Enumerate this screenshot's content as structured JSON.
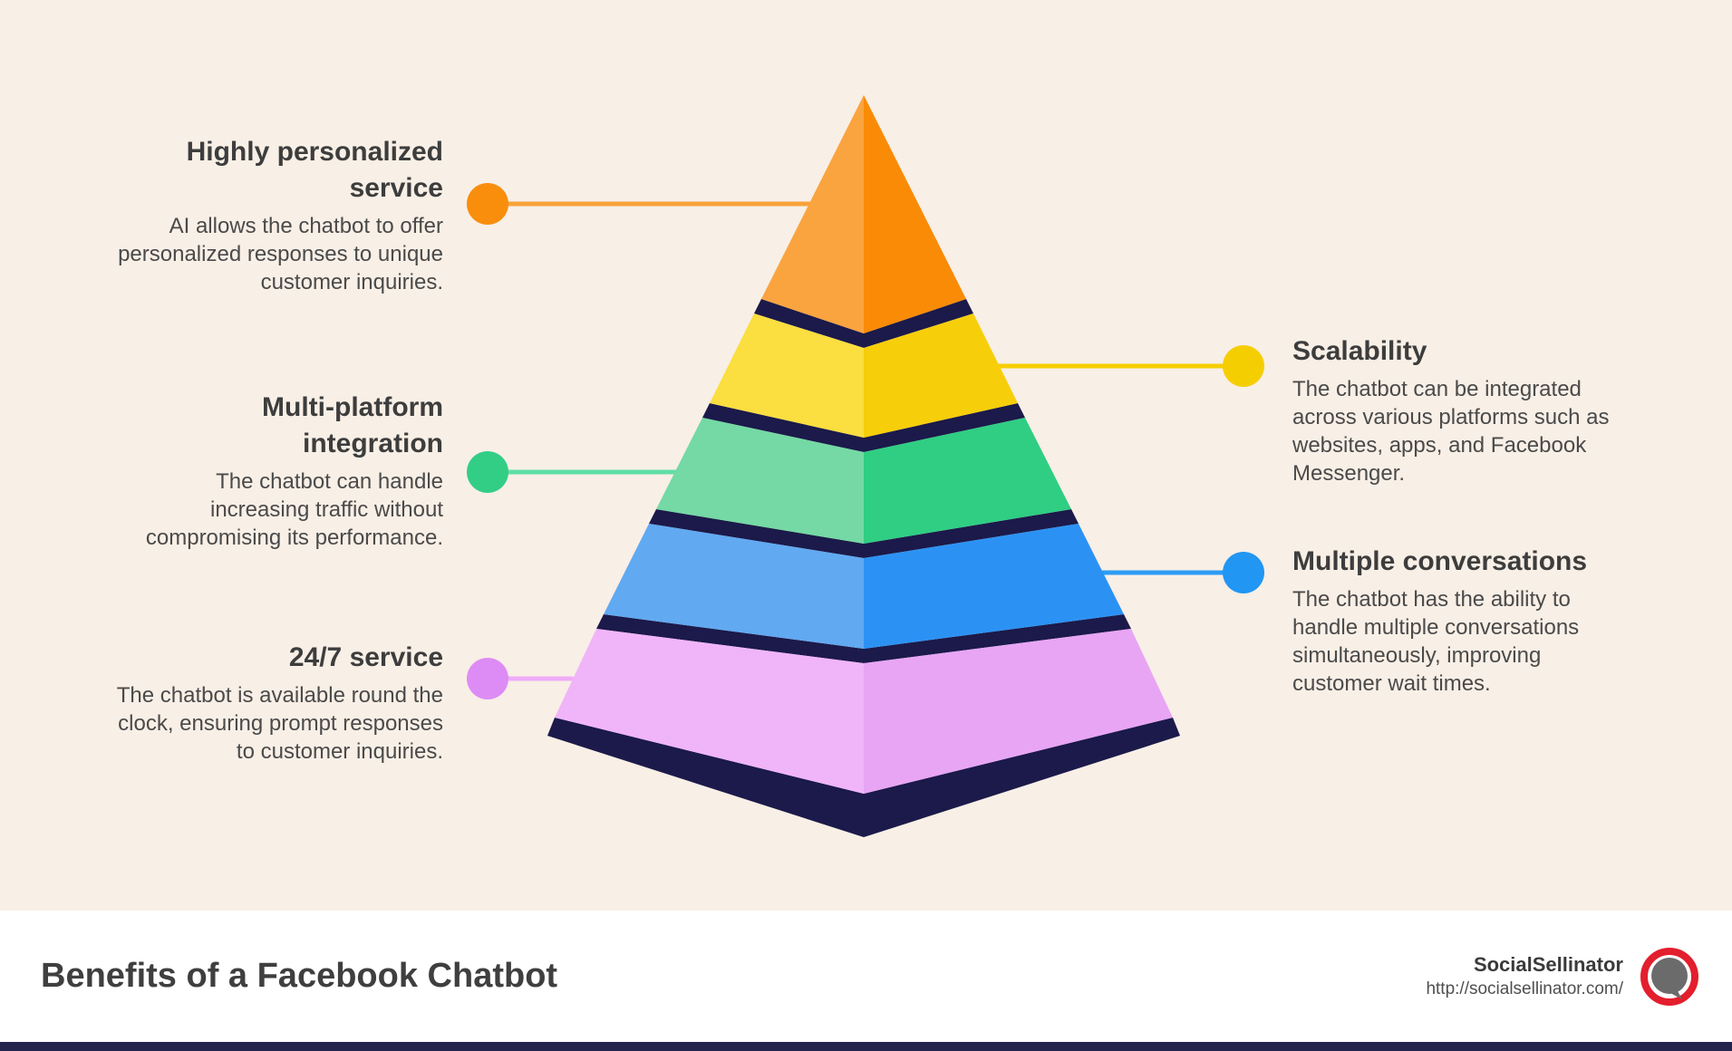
{
  "canvas": {
    "background": "#F8EFE6"
  },
  "pyramid": {
    "separator_color": "#1B1A4A",
    "levels": [
      {
        "label": "Highly personalized service",
        "left": "#FAA440",
        "right": "#FA8B06"
      },
      {
        "label": "Scalability",
        "left": "#FBDE3F",
        "right": "#F7CE0A"
      },
      {
        "label": "Multi-platform integration",
        "left": "#74D9A4",
        "right": "#2FCE83"
      },
      {
        "label": "Multiple conversations",
        "left": "#61A9F1",
        "right": "#2B92F4"
      },
      {
        "label": "24/7 service",
        "left": "#F0B5F8",
        "right": "#E8A5F4"
      }
    ]
  },
  "callouts": {
    "left": [
      {
        "title": "Highly personalized service",
        "description": "AI allows the chatbot to offer personalized responses to unique customer inquiries.",
        "dot_color": "#F98E0D",
        "line_color": "#F9A33B"
      },
      {
        "title": "Multi-platform integration",
        "description": "The chatbot can handle increasing traffic without compromising its performance.",
        "dot_color": "#33CE85",
        "line_color": "#5FDFA5"
      },
      {
        "title": "24/7 service",
        "description": "The chatbot is available round the clock, ensuring prompt responses to customer inquiries.",
        "dot_color": "#DE8CF5",
        "line_color": "#EFACF7"
      }
    ],
    "right": [
      {
        "title": "Scalability",
        "description": "The chatbot can be integrated across various platforms such as websites, apps, and Facebook Messenger.",
        "dot_color": "#F5CE02",
        "line_color": "#F5CE02"
      },
      {
        "title": "Multiple conversations",
        "description": "The chatbot has the ability to handle multiple conversations simultaneously, improving customer wait times.",
        "dot_color": "#2196F3",
        "line_color": "#2D9CF4"
      }
    ]
  },
  "footer": {
    "title": "Benefits of a Facebook Chatbot",
    "brand": "SocialSellinator",
    "url": "http://socialsellinator.com/",
    "background": "#FFFFFF",
    "strip_color": "#23254F",
    "logo": {
      "ring": "#E31E2D",
      "bubble": "#6B6B6B"
    }
  }
}
